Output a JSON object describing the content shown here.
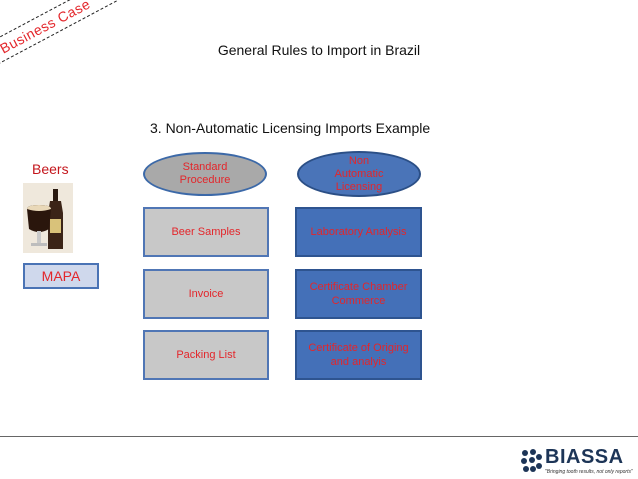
{
  "banner": "Business Case",
  "title": "General Rules to Import in Brazil",
  "subtitle": "3. Non-Automatic Licensing Imports Example",
  "product": {
    "label": "Beers",
    "agency": "MAPA"
  },
  "columns": [
    {
      "header": "Standard Procedure",
      "items": [
        "Beer Samples",
        "Invoice",
        "Packing List"
      ]
    },
    {
      "header": "Non Automatic Licensing",
      "items": [
        "Laboratory Analysis",
        "Certificate Chamber Commerce",
        "Certificate of Origing and analyis"
      ]
    }
  ],
  "logo": {
    "name": "BIASSA",
    "tagline": "\"Bringing tooth results, not only reports\""
  },
  "colors": {
    "red_text": "#e3262b",
    "blue_fill": "#4470b8",
    "grey_fill": "#c8c8c8",
    "outline_blue": "#4a73b5"
  },
  "icons": [
    "beer-image",
    "biassa-logo-icon"
  ]
}
